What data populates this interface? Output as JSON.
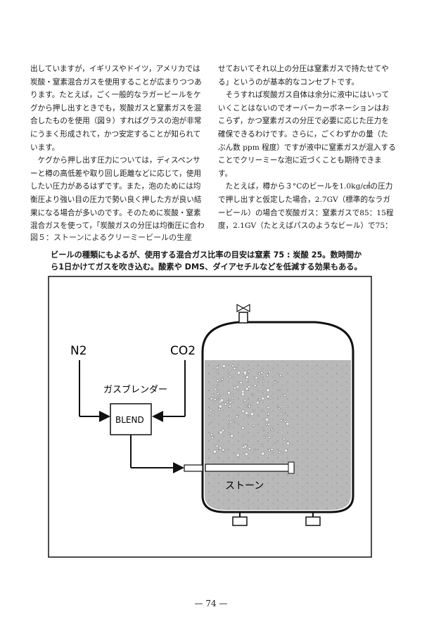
{
  "body": {
    "left_column": [
      "出していますが，イギリスやドイツ，アメリカでは",
      "炭酸・窒素混合ガスを使用することが広まりつつあ",
      "ります。たとえば，ごく一般的なラガービールをケ",
      "グから押し出すときでも，炭酸ガスと窒素ガスを混",
      "合したものを使用（図９）すればグラスの泡が非常",
      "にうまく形成されて，かつ安定することが知られて",
      "います。",
      "　ケグから押し出す圧力については，ディスペンサ",
      "ーと樽の高低差や取り回し距離などに応じて，使用",
      "したい圧力があるはずです。また，泡のためには均",
      "衡圧より強い目の圧力で勢い良く押した方が良い結",
      "果になる場合が多いのです。そのために炭酸・窒素",
      "混合ガスを使って，「炭酸ガスの分圧は均衡圧に合わ"
    ],
    "right_column": [
      "せておいてそれ以上の分圧は窒素ガスで持たせてや",
      "る」というのが基本的なコンセプトです。",
      "　そうすれば炭酸ガス自体は余分に液中にはいって",
      "いくことはないのでオーバーカーボネーションはお",
      "こらず，かつ窒素ガスの分圧で必要に応じた圧力を",
      "確保できるわけです。さらに，ごくわずかの量（た",
      "ぶん数 ppm 程度）ですが液中に窒素ガスが混入する",
      "ことでクリーミーな泡に近づくことも期待できま",
      "す。",
      "　たとえば，樽から３°Cのビールを1.0kg/㎠の圧力",
      "で押し出すと仮定した場合，2.7GV（標準的なラガ",
      "ービール）の場合で炭酸ガス：窒素ガスで85：15程",
      "度，2.1GV（たとえばパスのようなビール）で75："
    ]
  },
  "figure": {
    "caption": "図５：ストーンによるクリーミービールの生産",
    "description": [
      "ビールの種類にもよるが、使用する混合ガス比率の目安は窒素 75 : 炭酸 25。数時間か",
      "ら1日かけてガスを吹き込む。酸素や DMS、ダイアセチルなどを低減する効果もある。"
    ],
    "labels": {
      "n2": "N2",
      "co2": "CO2",
      "blender": "ガスブレンダー",
      "blend": "BLEND",
      "stone": "ストーン"
    }
  },
  "page_number": "— 74 —"
}
